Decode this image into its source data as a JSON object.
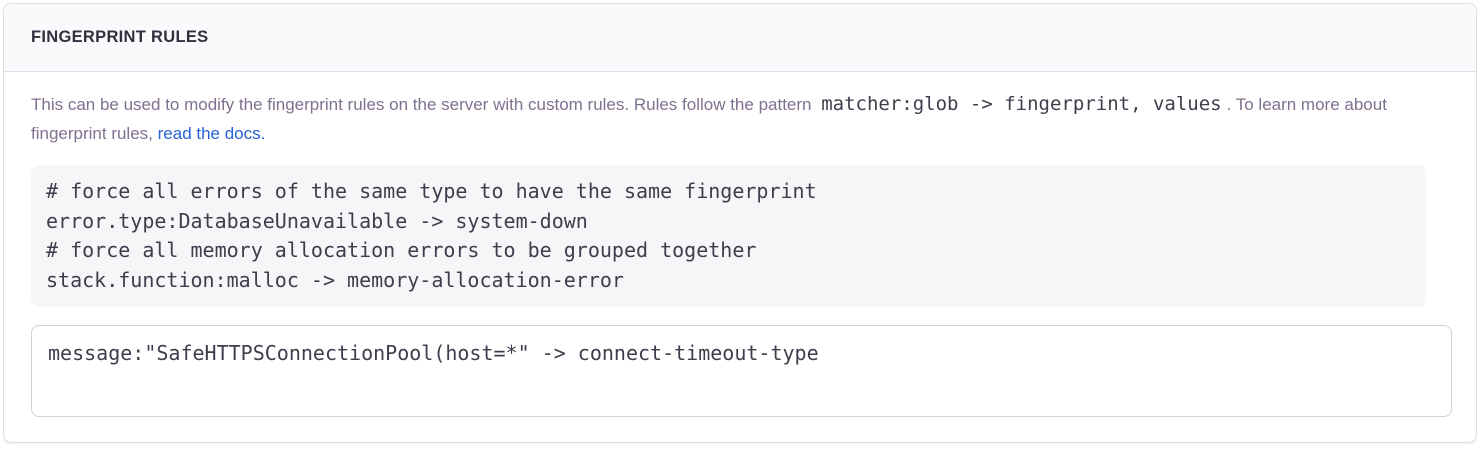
{
  "panel": {
    "title": "FINGERPRINT RULES",
    "description": {
      "intro": "This can be used to modify the fingerprint rules on the server with custom rules. Rules follow the pattern ",
      "pattern_code": "matcher:glob -> fingerprint, values",
      "middle": ". To learn more about fingerprint rules, ",
      "link_label": "read the docs."
    },
    "example_rules": [
      "# force all errors of the same type to have the same fingerprint",
      "error.type:DatabaseUnavailable -> system-down",
      "# force all memory allocation errors to be grouped together",
      "stack.function:malloc -> memory-allocation-error"
    ],
    "rules_input": {
      "value": "message:\"SafeHTTPSConnectionPool(host=*\" -> connect-timeout-type"
    }
  },
  "colors": {
    "title_text": "#332f3e",
    "description_text": "#80708f",
    "code_text": "#413c4c",
    "link": "#2562d4",
    "panel_border": "#e0dce5",
    "header_bg": "#faf9fb",
    "code_block_bg": "#f6f5f8",
    "input_border": "#d4cede"
  }
}
